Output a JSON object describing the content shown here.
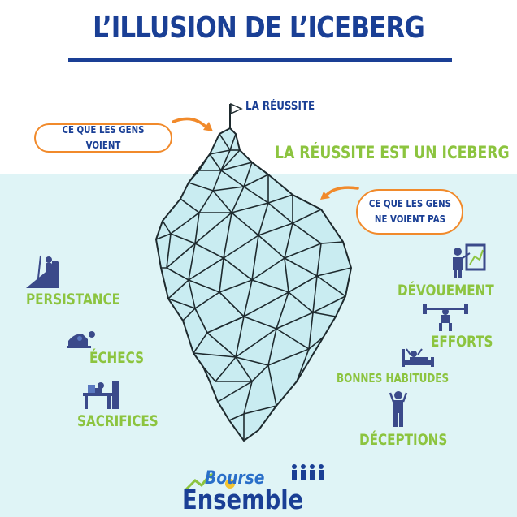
{
  "title": "L’ILLUSION DE L’ICEBERG",
  "summit_label": "LA RÉUSSITE",
  "headline": "LA RÉUSSITE EST UN ICEBERG",
  "visible_pill": "CE QUE LES GENS VOIENT",
  "hidden_pill": {
    "line1": "CE QUE LES GENS",
    "line2": "NE VOIENT PAS"
  },
  "left_items": [
    "PERSISTANCE",
    "ÉCHECS",
    "SACRIFICES"
  ],
  "right_items": [
    "DÉVOUEMENT",
    "EFFORTS",
    "BONNES HABITUDES",
    "DÉCEPTIONS"
  ],
  "logo": {
    "line1": "Bourse",
    "line2": "Ensemble"
  },
  "colors": {
    "navy": "#1a3f95",
    "green": "#8cc43f",
    "orange": "#f18a2b",
    "water": "#dff4f6",
    "icon": "#3b4a8a"
  }
}
